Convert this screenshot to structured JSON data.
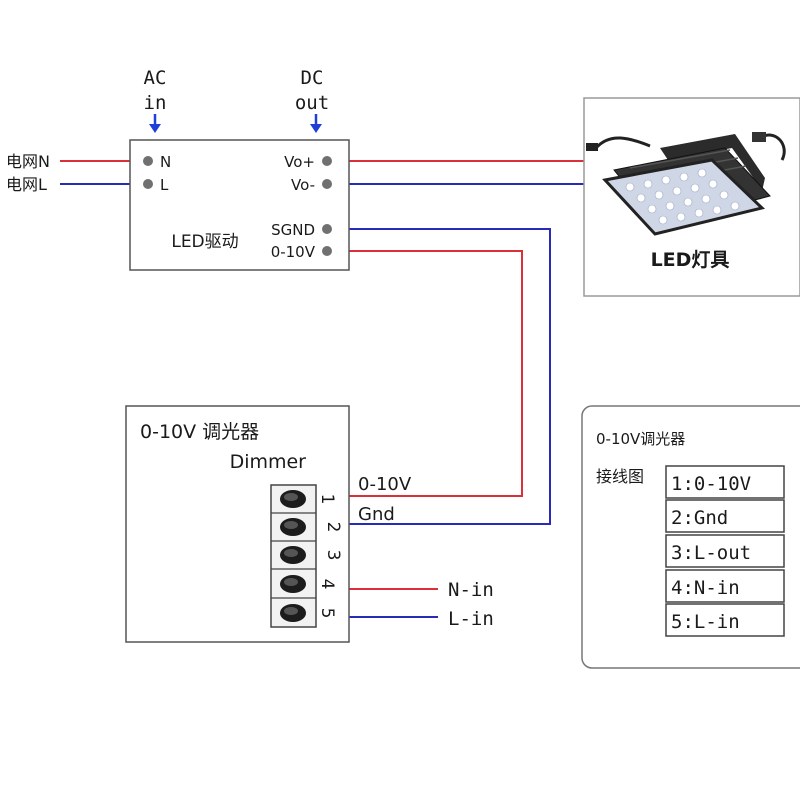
{
  "colors": {
    "neutral_wire": "#d9303a",
    "live_wire": "#2a2ab8",
    "arrow": "#1f3fd8",
    "box_border": "#555555",
    "terminal_dot": "#707070"
  },
  "top_labels": {
    "ac": "AC",
    "ac_in": "in",
    "dc": "DC",
    "dc_out": "out"
  },
  "grid_inputs": {
    "n": "电网N",
    "l": "电网L"
  },
  "driver": {
    "title": "LED驱动",
    "pins": {
      "n": "N",
      "l": "L",
      "vo_plus": "Vo+",
      "vo_minus": "Vo-",
      "sgnd": "SGND",
      "dim": "0-10V"
    }
  },
  "lamp": {
    "label": "LED灯具",
    "icon": "led-floodlight-icon"
  },
  "dimmer": {
    "title": "0-10V 调光器",
    "subtitle": "Dimmer",
    "terminal_numbers": [
      "1",
      "2",
      "3",
      "4",
      "5"
    ],
    "wire_labels": {
      "dim": "0-10V",
      "gnd": "Gnd",
      "n_in": "N-in",
      "l_in": "L-in"
    }
  },
  "legend": {
    "title": "0-10V调光器",
    "row_header": "接线图",
    "rows": [
      "1:0-10V",
      "2:Gnd",
      "3:L-out",
      "4:N-in",
      "5:L-in"
    ]
  }
}
